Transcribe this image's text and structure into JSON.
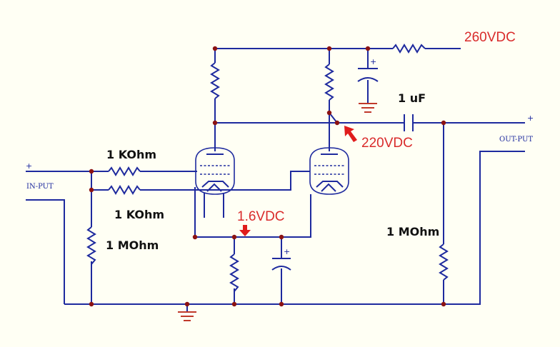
{
  "labels": {
    "supply_voltage": "260VDC",
    "plate_voltage": "220VDC",
    "cathode_voltage": "1.6VDC",
    "coupling_cap": "1 uF",
    "grid_resistor_1": "1 KOhm",
    "grid_resistor_2": "1 KOhm",
    "input_resistor": "1 MOhm",
    "output_resistor": "1 MOhm",
    "input_port": "IN-PUT",
    "output_port": "OUT-PUT",
    "plus_sign": "+"
  },
  "colors": {
    "wire": "#1e2a9e",
    "node": "#8b1212",
    "annotation": "#d92b2b",
    "ground": "#c0392b",
    "background": "#fffff4"
  }
}
